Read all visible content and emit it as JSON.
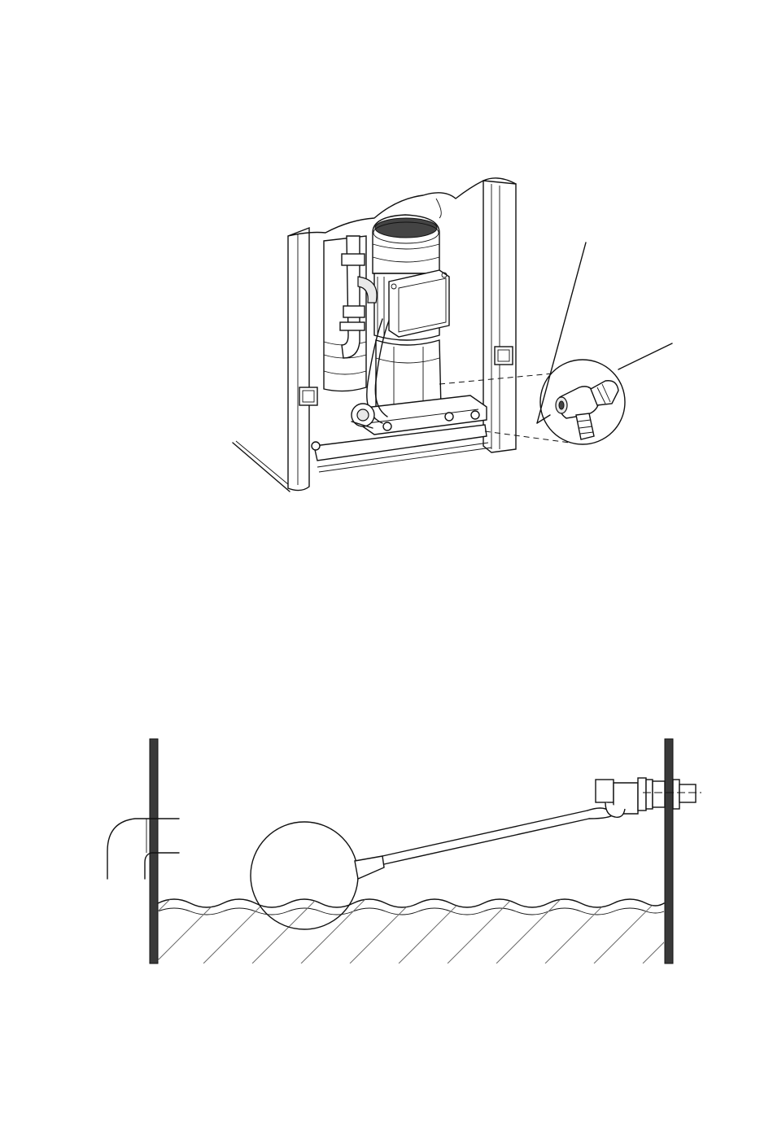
{
  "figures": [
    {
      "id": "pump-cabinet-drain-detail",
      "kind": "technical-illustration",
      "colors": {
        "line": "#111111",
        "wall": "#3a3a3a",
        "shade": "#e9e9e9"
      }
    },
    {
      "id": "tank-float-valve",
      "kind": "cross-section",
      "colors": {
        "line": "#111111",
        "wall": "#3a3a3a",
        "hatch": "#6a6a6a"
      }
    }
  ]
}
